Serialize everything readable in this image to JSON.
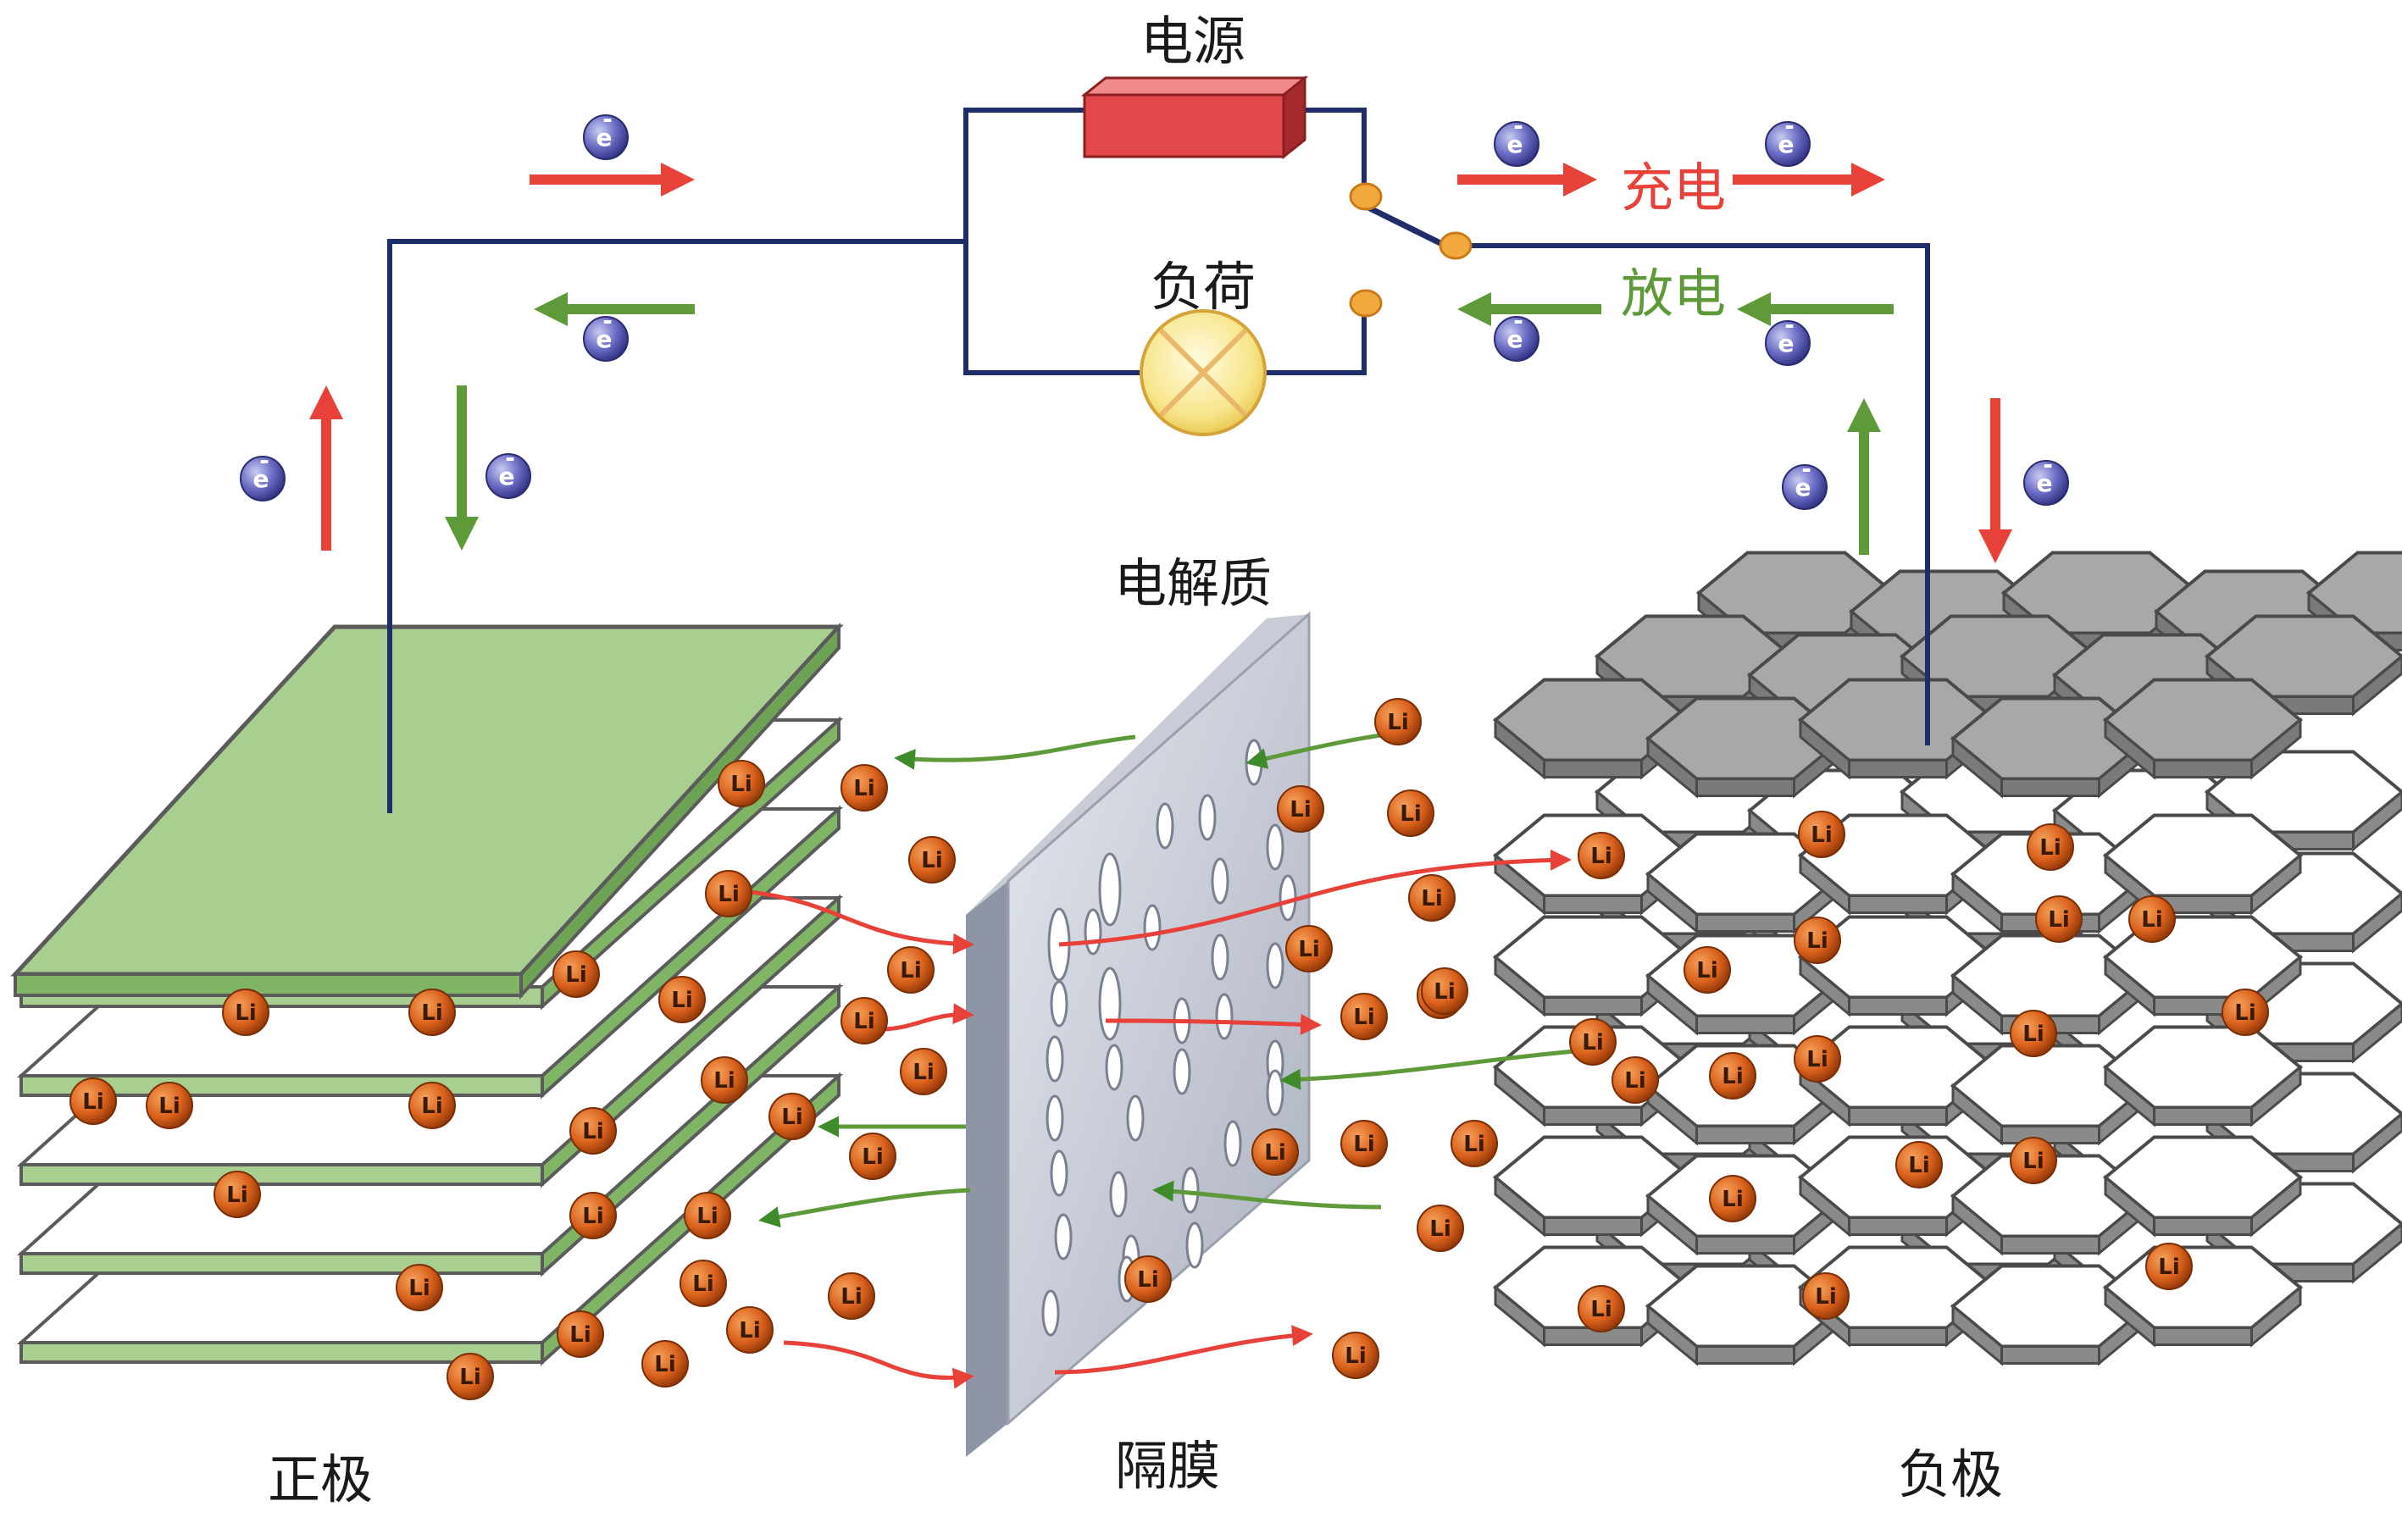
{
  "labels": {
    "power": "电源",
    "load": "负荷",
    "charge": "充电",
    "discharge": "放电",
    "electrolyte": "电解质",
    "separator": "隔膜",
    "cathode": "正极",
    "anode": "负极"
  },
  "particles": {
    "lithium": "Li",
    "electron": "e",
    "electron_sign": "-"
  },
  "colors": {
    "wire": "#1f2d6b",
    "charge_arrow": "#e8413a",
    "discharge_arrow": "#5f9a3a",
    "cathode_plate": "#a8cf90",
    "anode_plate": "#9a9a9a",
    "lithium": "#d9611c",
    "electron": "#5a5db8",
    "power_box": "#e2474b",
    "lamp": "#f7e58a",
    "switch_node": "#f2a93b"
  }
}
